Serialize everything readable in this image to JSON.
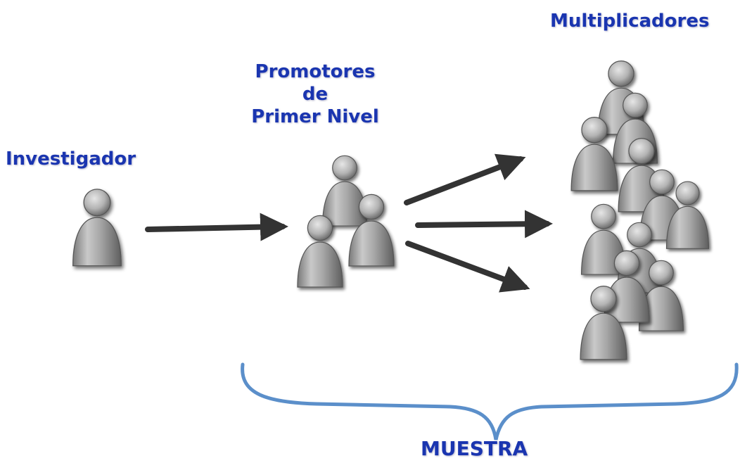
{
  "labels": {
    "investigador": "Investigador",
    "promotores_line1": "Promotores",
    "promotores_line2": "de",
    "promotores_line3": "Primer Nivel",
    "multiplicadores": "Multiplicadores",
    "muestra": "MUESTRA"
  },
  "colors": {
    "label_text": "#1a35b0",
    "brace": "#5b8fca",
    "arrow": "#333333",
    "figure_body": "#9a9a9a",
    "figure_head": "#b8b8b8"
  },
  "icons": [
    "person-icon",
    "arrow-right-icon",
    "curly-brace-icon"
  ]
}
